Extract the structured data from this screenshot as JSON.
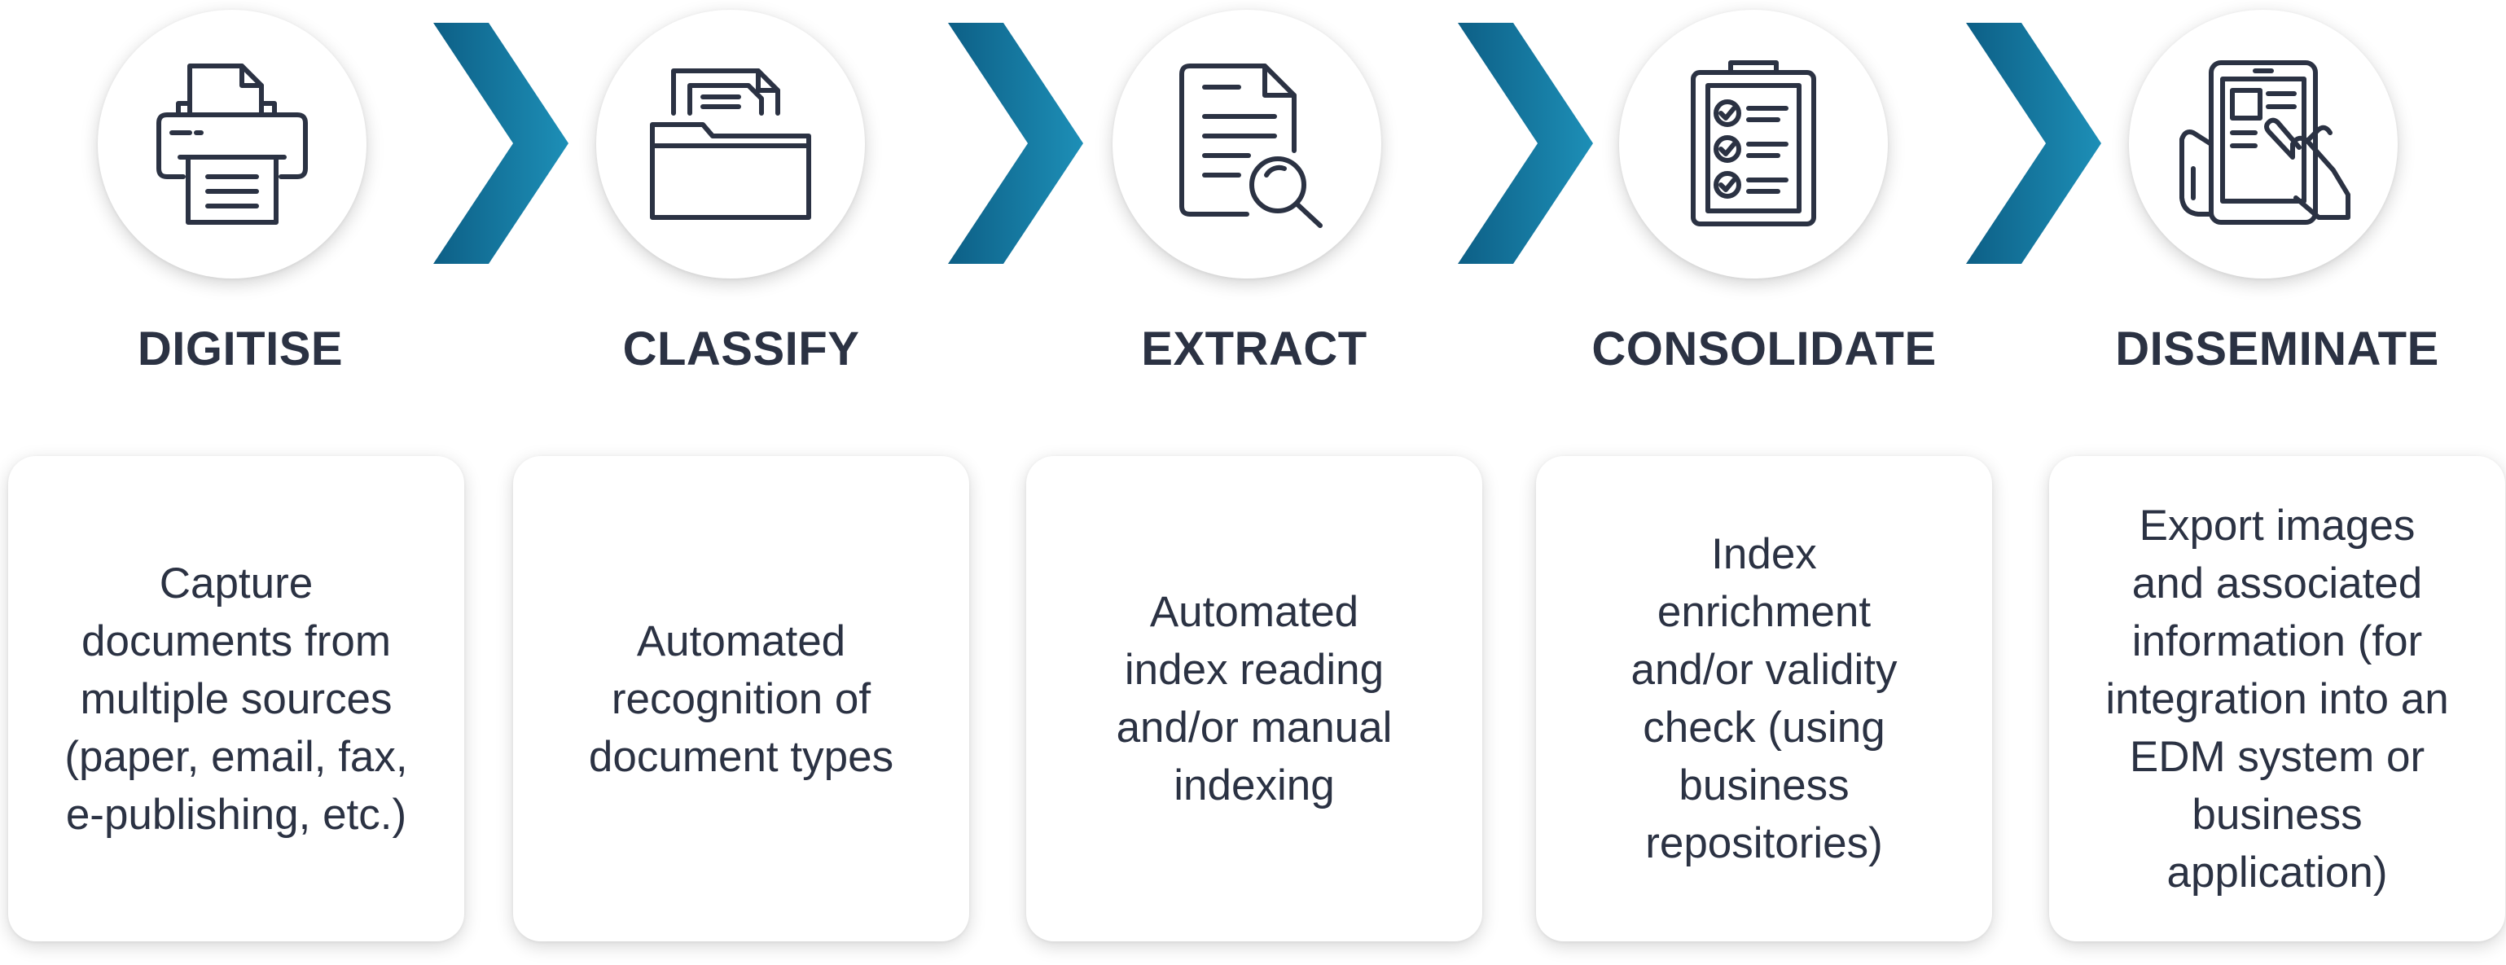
{
  "steps": [
    {
      "title": "DIGITISE",
      "icon": "printer-icon",
      "description": "Capture\ndocuments from\nmultiple sources\n(paper, email, fax,\ne-publishing, etc.)"
    },
    {
      "title": "CLASSIFY",
      "icon": "folder-icon",
      "description": "Automated\nrecognition of\ndocument types"
    },
    {
      "title": "EXTRACT",
      "icon": "document-search-icon",
      "description": "Automated\nindex reading\nand/or manual\nindexing"
    },
    {
      "title": "CONSOLIDATE",
      "icon": "checklist-clipboard-icon",
      "description": "Index\nenrichment\nand/or validity\ncheck (using\nbusiness\nrepositories)"
    },
    {
      "title": "DISSEMINATE",
      "icon": "tablet-touch-icon",
      "description": "Export images\nand associated\ninformation (for\nintegration into an\nEDM system or\nbusiness\napplication)"
    }
  ],
  "colors": {
    "text": "#2b3243",
    "arrow_light": "#1d8fb7",
    "arrow_dark": "#0d5f86",
    "card_background": "#ffffff"
  }
}
